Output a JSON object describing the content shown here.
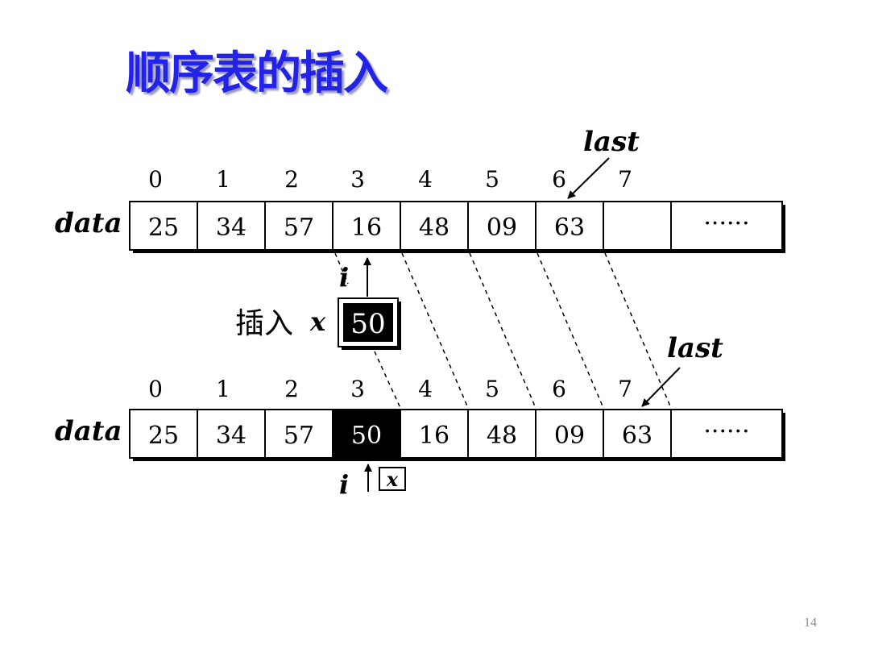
{
  "slide": {
    "title": "顺序表的插入",
    "page_number": "14"
  },
  "diagram": {
    "indices": [
      "0",
      "1",
      "2",
      "3",
      "4",
      "5",
      "6",
      "7"
    ],
    "array_label": "data",
    "before": {
      "cells": [
        "25",
        "34",
        "57",
        "16",
        "48",
        "09",
        "63",
        ""
      ],
      "ellipsis": "······",
      "last_label": "last"
    },
    "insert": {
      "i_label": "i",
      "text": "插入",
      "x_label": "x",
      "value": "50"
    },
    "after": {
      "cells": [
        "25",
        "34",
        "57",
        "50",
        "16",
        "48",
        "09",
        "63"
      ],
      "ellipsis": "······",
      "last_label": "last",
      "i_label": "i",
      "x_label": "x"
    }
  }
}
